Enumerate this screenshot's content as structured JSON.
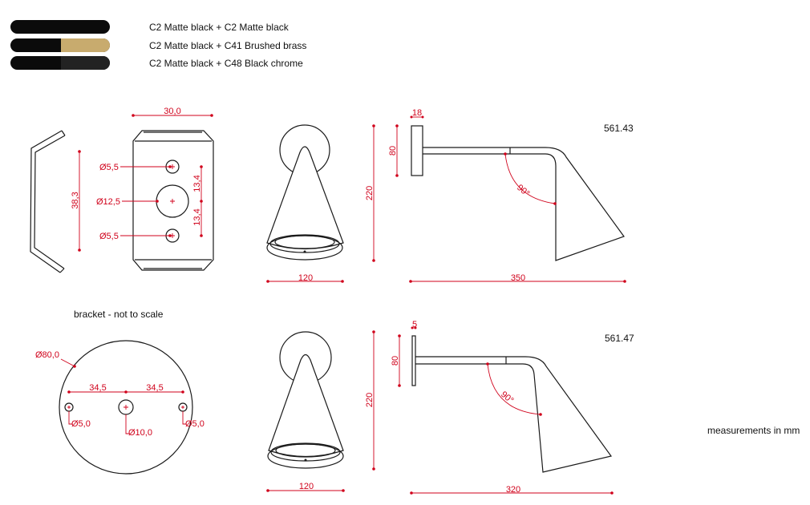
{
  "swatches": [
    {
      "label": "C2 Matte black + C2 Matte black",
      "color_a": "#0b0b0b",
      "color_b": "#0b0b0b"
    },
    {
      "label": "C2 Matte black + C41 Brushed brass",
      "color_a": "#0b0b0b",
      "color_b": "#c8ab6e"
    },
    {
      "label": "C2 Matte black + C48 Black chrome",
      "color_a": "#0b0b0b",
      "color_b": "#1c1c1c"
    }
  ],
  "colors": {
    "line": "#1a1a1a",
    "dimension": "#d0021b"
  },
  "bracket_plate": {
    "width": "30,0",
    "height": "38,3",
    "hole_top": "Ø5,5",
    "hole_center": "Ø12,5",
    "hole_bottom": "Ø5,5",
    "spacing_upper": "13,4",
    "spacing_lower": "13,4"
  },
  "bracket_note": "bracket - not to scale",
  "bracket_round": {
    "diameter": "Ø80,0",
    "spacing_left": "34,5",
    "spacing_right": "34,5",
    "hole_left": "Ø5,0",
    "hole_center": "Ø10,0",
    "hole_right": "Ø5,0"
  },
  "models": [
    {
      "code": "561.43",
      "front_width": "120",
      "height": "220",
      "plate_thickness": "18",
      "arm_height": "80",
      "angle": "90°",
      "depth": "350"
    },
    {
      "code": "561.47",
      "front_width": "120",
      "height": "220",
      "plate_thickness": "5",
      "arm_height": "80",
      "angle": "90°",
      "depth": "320"
    }
  ],
  "units_note": "measurements in mm"
}
